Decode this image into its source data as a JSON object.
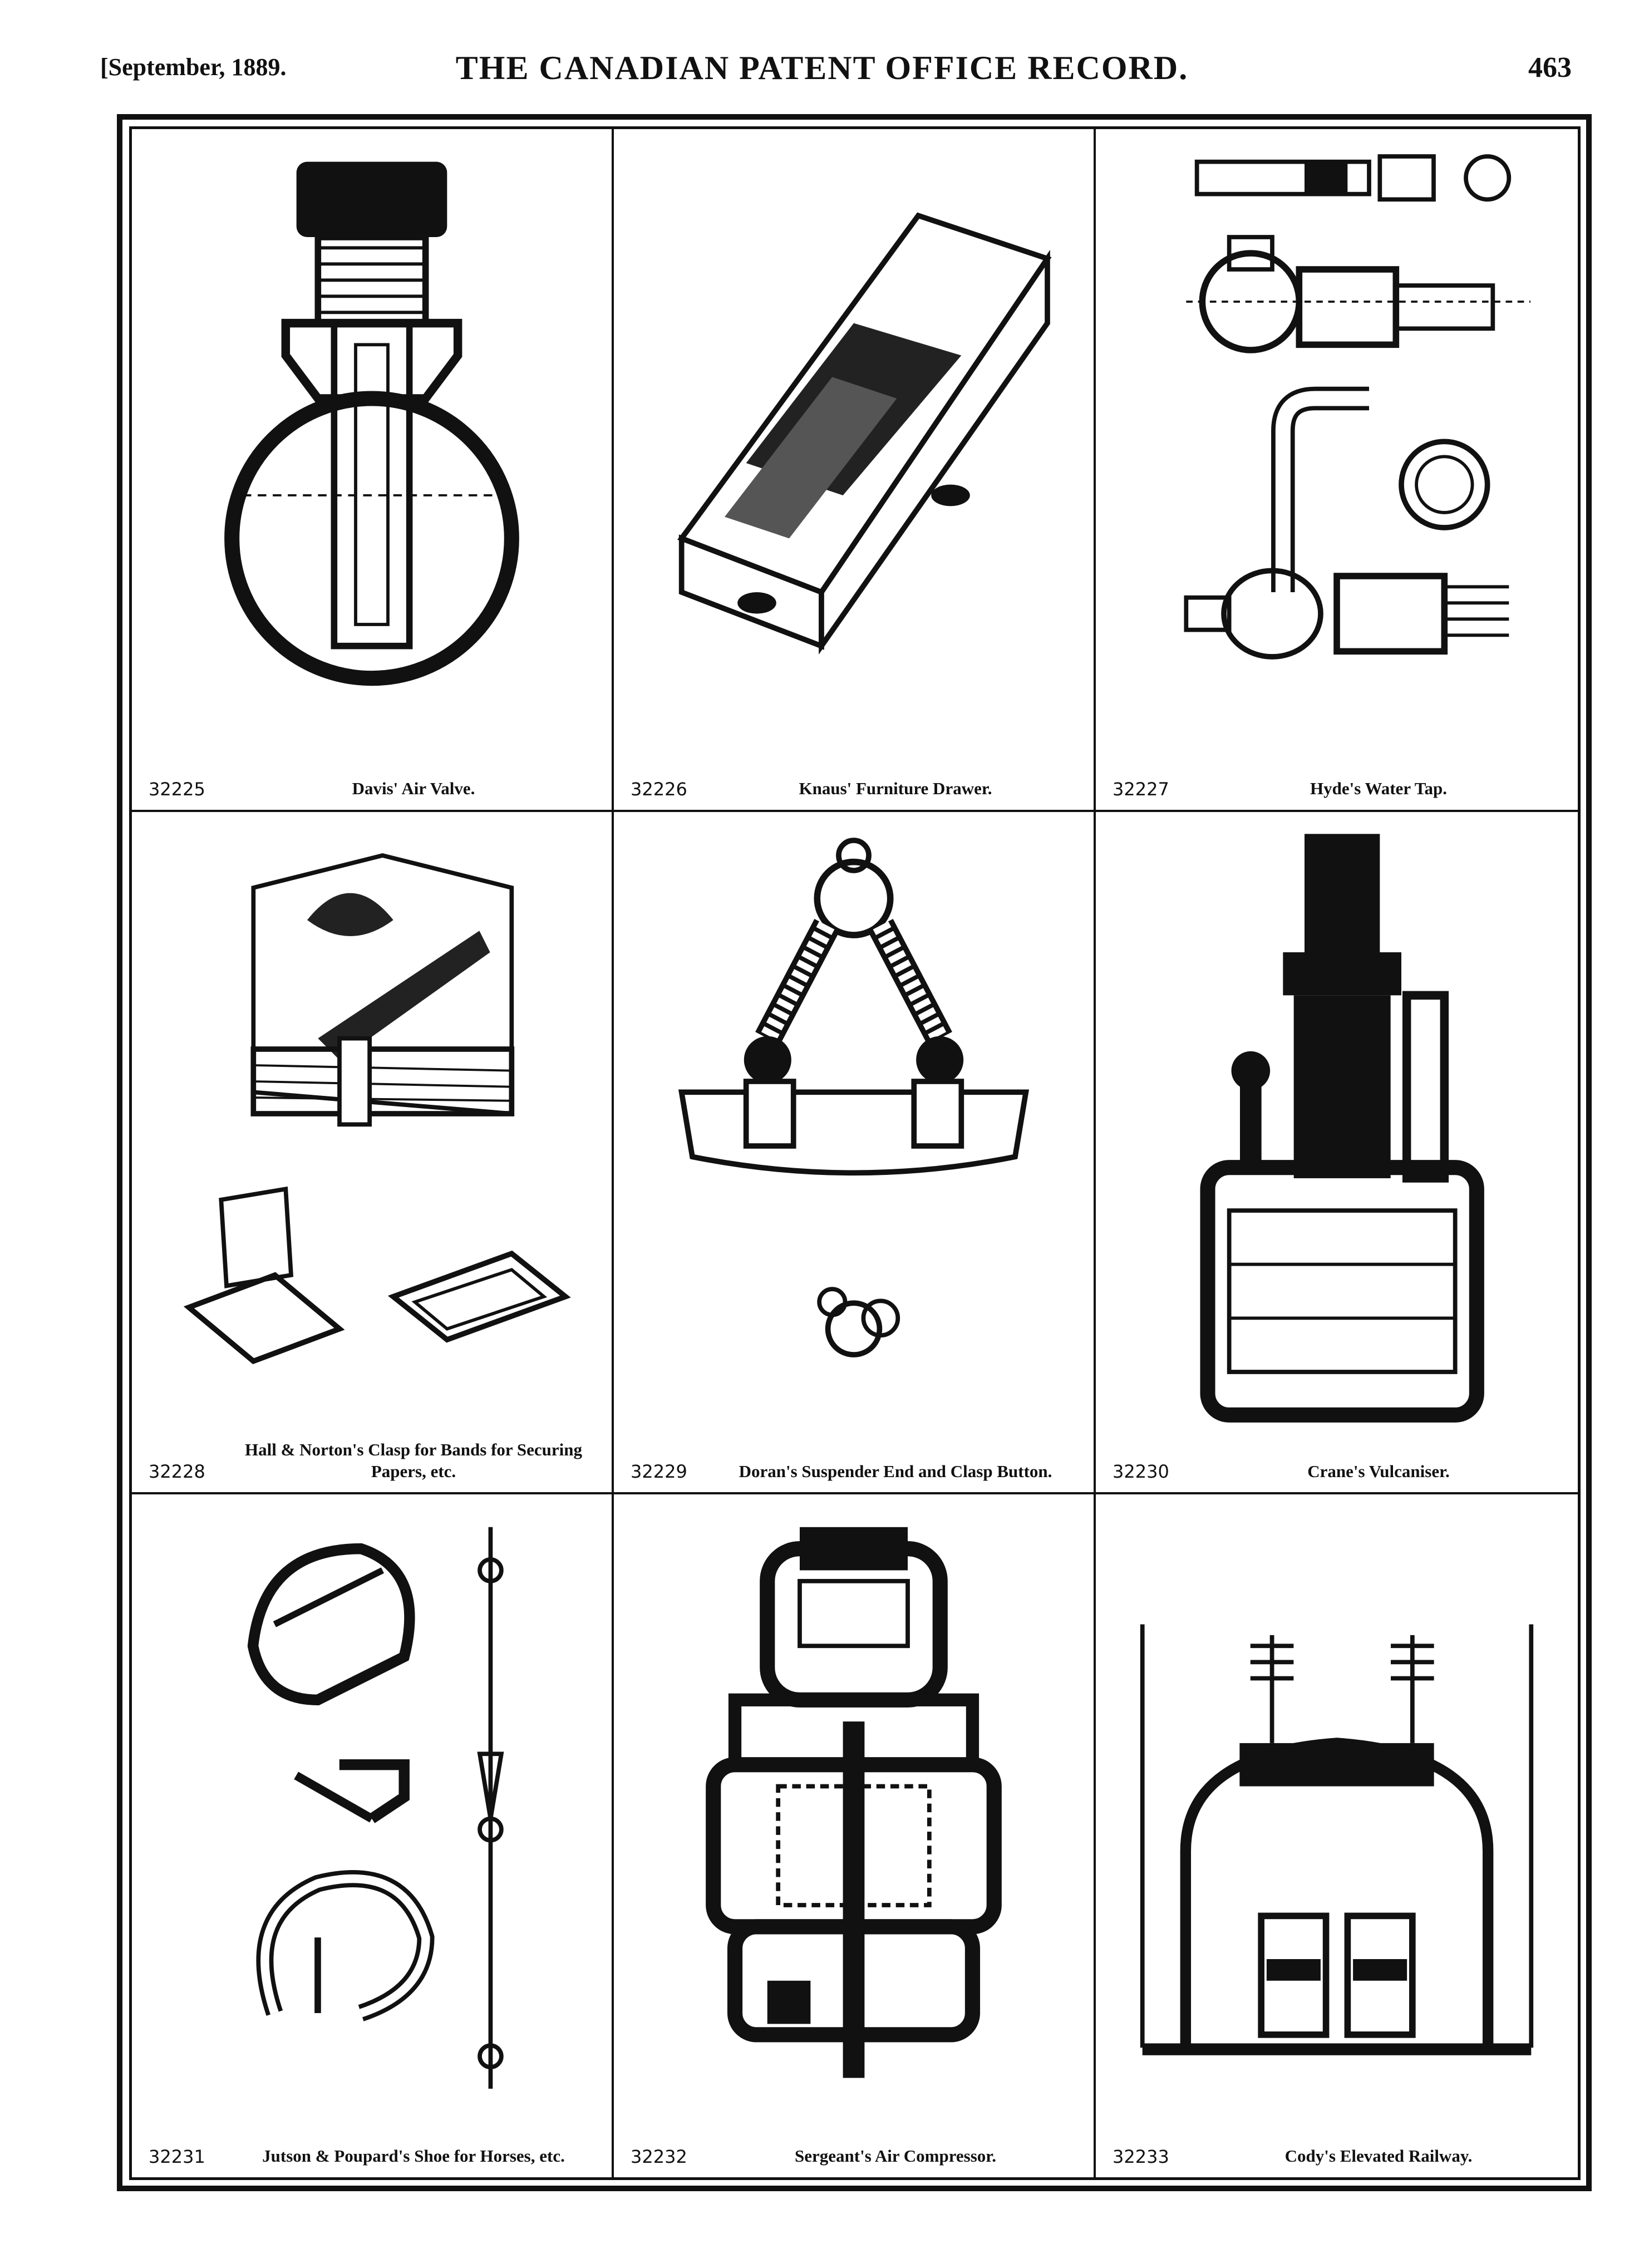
{
  "header": {
    "date": "[September, 1889.",
    "title": "THE CANADIAN PATENT OFFICE RECORD.",
    "page_number": "463"
  },
  "patents": [
    {
      "number": "32225",
      "title": "Davis' Air Valve."
    },
    {
      "number": "32226",
      "title": "Knaus' Furniture Drawer."
    },
    {
      "number": "32227",
      "title": "Hyde's Water Tap."
    },
    {
      "number": "32228",
      "title": "Hall & Norton's Clasp for Bands for Securing Papers, etc."
    },
    {
      "number": "32229",
      "title": "Doran's Suspender End and Clasp Button."
    },
    {
      "number": "32230",
      "title": "Crane's Vulcaniser."
    },
    {
      "number": "32231",
      "title": "Jutson & Poupard's Shoe for Horses, etc."
    },
    {
      "number": "32232",
      "title": "Sergeant's Air Compressor."
    },
    {
      "number": "32233",
      "title": "Cody's Elevated Railway."
    }
  ]
}
